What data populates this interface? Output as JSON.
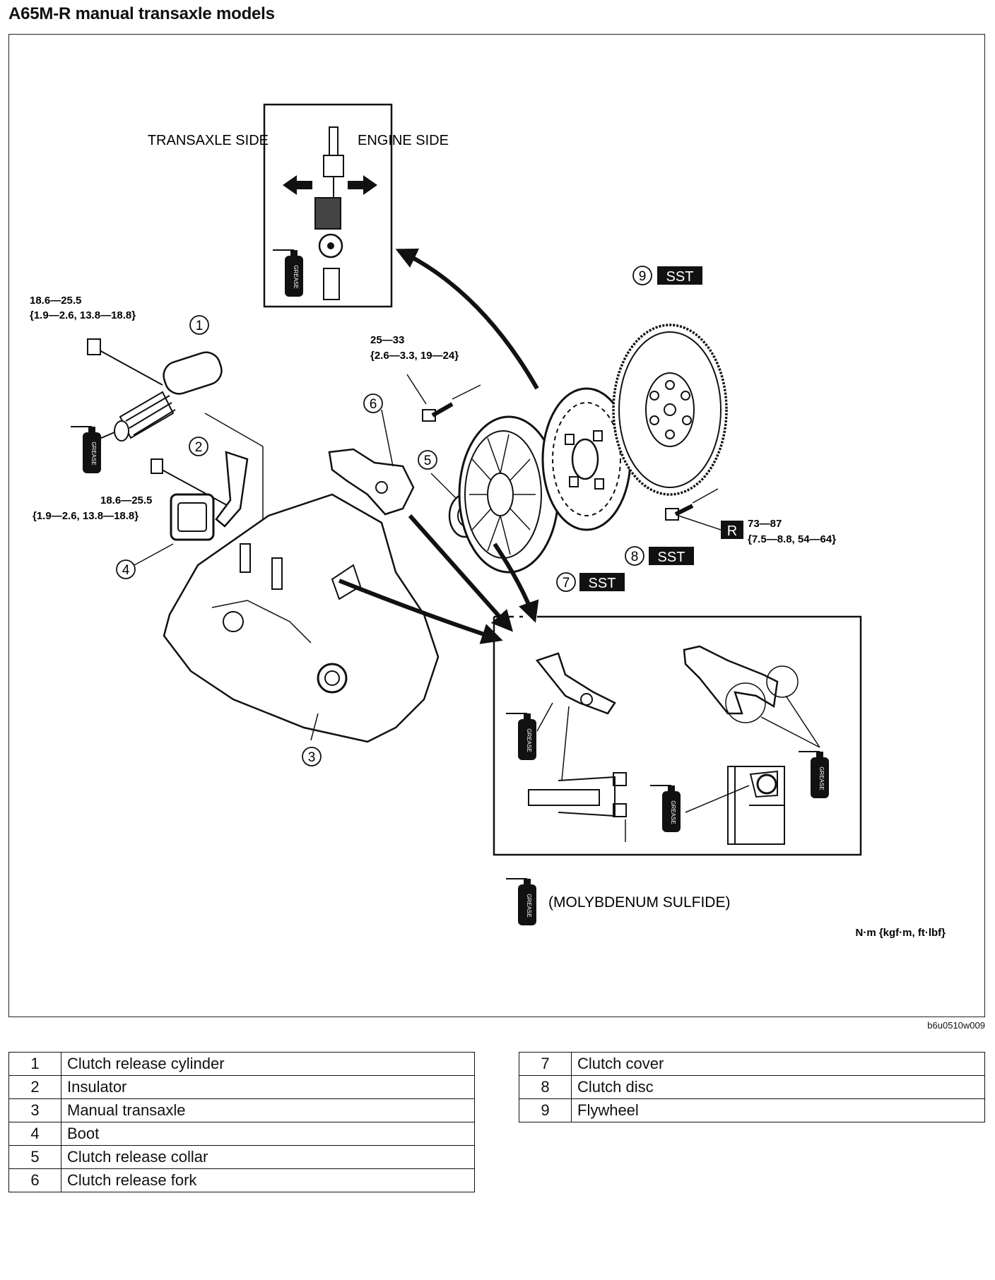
{
  "title": "A65M-R manual transaxle models",
  "figure_code": "b6u0510w009",
  "inset_top": {
    "left_label": "TRANSAXLE SIDE",
    "right_label": "ENGINE SIDE"
  },
  "grease_label": "GREASE",
  "callouts": {
    "c1": "1",
    "c2": "2",
    "c3": "3",
    "c4": "4",
    "c5": "5",
    "c6": "6",
    "c7": "7",
    "c8": "8",
    "c9": "9"
  },
  "sst_label": "SST",
  "r_label": "R",
  "torque": {
    "t1_line1": "18.6—25.5",
    "t1_line2": "{1.9—2.6, 13.8—18.8}",
    "t2_line1": "18.6—25.5",
    "t2_line2": "{1.9—2.6, 13.8—18.8}",
    "t3_line1": "25—33",
    "t3_line2": "{2.6—3.3, 19—24}",
    "t4_line1": "73—87",
    "t4_line2": "{7.5—8.8, 54—64}"
  },
  "molybdenum_note": "(MOLYBDENUM SULFIDE)",
  "units": "N·m {kgf·m,  ft·lbf}",
  "legend_left": [
    {
      "num": "1",
      "name": "Clutch release cylinder"
    },
    {
      "num": "2",
      "name": "Insulator"
    },
    {
      "num": "3",
      "name": "Manual transaxle"
    },
    {
      "num": "4",
      "name": "Boot"
    },
    {
      "num": "5",
      "name": "Clutch release collar"
    },
    {
      "num": "6",
      "name": "Clutch release fork"
    }
  ],
  "legend_right": [
    {
      "num": "7",
      "name": "Clutch cover"
    },
    {
      "num": "8",
      "name": "Clutch disc"
    },
    {
      "num": "9",
      "name": "Flywheel"
    }
  ]
}
